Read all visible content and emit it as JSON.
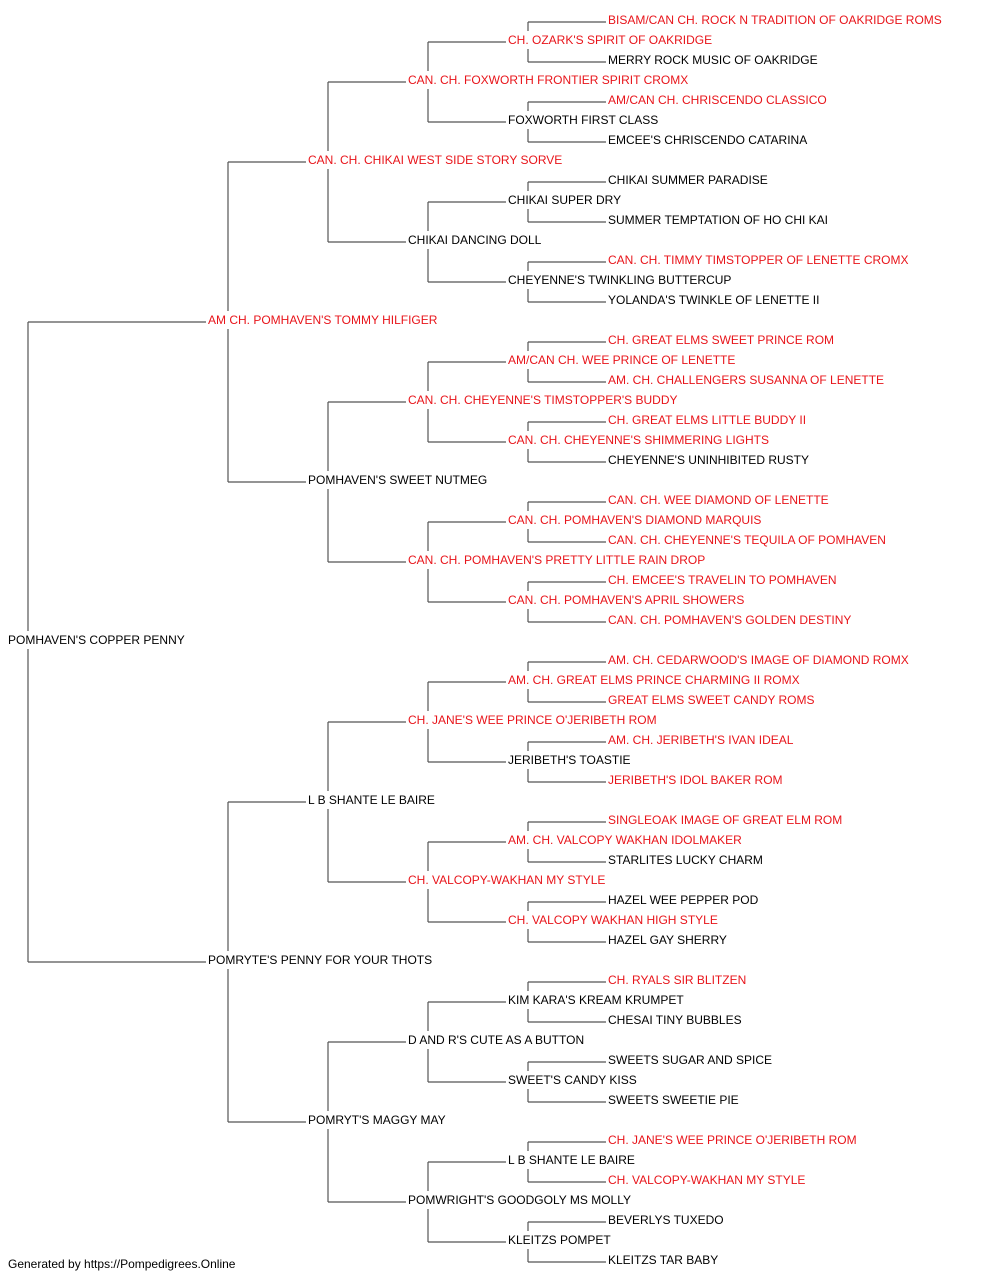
{
  "colors": {
    "champion": "#e8141a",
    "normal": "#000000",
    "connector": "#555555"
  },
  "pedigree": {
    "name": "POMHAVEN'S COPPER PENNY",
    "champion": false,
    "sire": {
      "name": "AM CH. POMHAVEN'S TOMMY HILFIGER",
      "champion": true,
      "sire": {
        "name": "CAN. CH. CHIKAI WEST SIDE STORY SORVE",
        "champion": true,
        "sire": {
          "name": "CAN. CH. FOXWORTH FRONTIER SPIRIT CROMX",
          "champion": true,
          "sire": {
            "name": "CH. OZARK'S SPIRIT OF OAKRIDGE",
            "champion": true,
            "sire": {
              "name": "BISAM/CAN CH. ROCK N TRADITION OF OAKRIDGE ROMS",
              "champion": true
            },
            "dam": {
              "name": "MERRY ROCK MUSIC OF OAKRIDGE",
              "champion": false
            }
          },
          "dam": {
            "name": "FOXWORTH FIRST CLASS",
            "champion": false,
            "sire": {
              "name": "AM/CAN CH. CHRISCENDO CLASSICO",
              "champion": true
            },
            "dam": {
              "name": "EMCEE'S CHRISCENDO CATARINA",
              "champion": false
            }
          }
        },
        "dam": {
          "name": "CHIKAI DANCING DOLL",
          "champion": false,
          "sire": {
            "name": "CHIKAI SUPER DRY",
            "champion": false,
            "sire": {
              "name": "CHIKAI SUMMER PARADISE",
              "champion": false
            },
            "dam": {
              "name": "SUMMER TEMPTATION OF HO CHI KAI",
              "champion": false
            }
          },
          "dam": {
            "name": "CHEYENNE'S TWINKLING BUTTERCUP",
            "champion": false,
            "sire": {
              "name": "CAN. CH. TIMMY TIMSTOPPER OF LENETTE CROMX",
              "champion": true
            },
            "dam": {
              "name": "YOLANDA'S TWINKLE OF LENETTE II",
              "champion": false
            }
          }
        }
      },
      "dam": {
        "name": "POMHAVEN'S SWEET NUTMEG",
        "champion": false,
        "sire": {
          "name": "CAN. CH. CHEYENNE'S TIMSTOPPER'S BUDDY",
          "champion": true,
          "sire": {
            "name": "AM/CAN CH. WEE PRINCE OF LENETTE",
            "champion": true,
            "sire": {
              "name": "CH. GREAT ELMS SWEET PRINCE ROM",
              "champion": true
            },
            "dam": {
              "name": "AM. CH. CHALLENGERS SUSANNA OF LENETTE",
              "champion": true
            }
          },
          "dam": {
            "name": "CAN. CH. CHEYENNE'S SHIMMERING LIGHTS",
            "champion": true,
            "sire": {
              "name": "CH. GREAT ELMS LITTLE BUDDY II",
              "champion": true
            },
            "dam": {
              "name": "CHEYENNE'S UNINHIBITED RUSTY",
              "champion": false
            }
          }
        },
        "dam": {
          "name": "CAN. CH. POMHAVEN'S PRETTY LITTLE RAIN DROP",
          "champion": true,
          "sire": {
            "name": "CAN. CH. POMHAVEN'S DIAMOND MARQUIS",
            "champion": true,
            "sire": {
              "name": "CAN. CH. WEE DIAMOND OF LENETTE",
              "champion": true
            },
            "dam": {
              "name": "CAN. CH. CHEYENNE'S TEQUILA OF POMHAVEN",
              "champion": true
            }
          },
          "dam": {
            "name": "CAN. CH. POMHAVEN'S APRIL SHOWERS",
            "champion": true,
            "sire": {
              "name": "CH. EMCEE'S TRAVELIN TO POMHAVEN",
              "champion": true
            },
            "dam": {
              "name": "CAN. CH. POMHAVEN'S GOLDEN DESTINY",
              "champion": true
            }
          }
        }
      }
    },
    "dam": {
      "name": "POMRYTE'S PENNY FOR YOUR THOTS",
      "champion": false,
      "sire": {
        "name": "L B SHANTE LE BAIRE",
        "champion": false,
        "sire": {
          "name": "CH. JANE'S WEE PRINCE O'JERIBETH ROM",
          "champion": true,
          "sire": {
            "name": "AM. CH. GREAT ELMS PRINCE CHARMING II ROMX",
            "champion": true,
            "sire": {
              "name": "AM. CH. CEDARWOOD'S IMAGE OF DIAMOND ROMX",
              "champion": true
            },
            "dam": {
              "name": "GREAT ELMS SWEET CANDY ROMS",
              "champion": true
            }
          },
          "dam": {
            "name": "JERIBETH'S TOASTIE",
            "champion": false,
            "sire": {
              "name": "AM. CH. JERIBETH'S IVAN IDEAL",
              "champion": true
            },
            "dam": {
              "name": "JERIBETH'S IDOL BAKER ROM",
              "champion": true
            }
          }
        },
        "dam": {
          "name": "CH. VALCOPY-WAKHAN MY STYLE",
          "champion": true,
          "sire": {
            "name": "AM. CH. VALCOPY WAKHAN IDOLMAKER",
            "champion": true,
            "sire": {
              "name": "SINGLEOAK IMAGE OF GREAT ELM ROM",
              "champion": true
            },
            "dam": {
              "name": "STARLITES LUCKY CHARM",
              "champion": false
            }
          },
          "dam": {
            "name": "CH. VALCOPY WAKHAN HIGH STYLE",
            "champion": true,
            "sire": {
              "name": "HAZEL WEE PEPPER POD",
              "champion": false
            },
            "dam": {
              "name": "HAZEL GAY SHERRY",
              "champion": false
            }
          }
        }
      },
      "dam": {
        "name": "POMRYT'S MAGGY MAY",
        "champion": false,
        "sire": {
          "name": "D AND R'S CUTE AS A BUTTON",
          "champion": false,
          "sire": {
            "name": "KIM KARA'S KREAM KRUMPET",
            "champion": false,
            "sire": {
              "name": "CH. RYALS SIR BLITZEN",
              "champion": true
            },
            "dam": {
              "name": "CHESAI TINY BUBBLES",
              "champion": false
            }
          },
          "dam": {
            "name": "SWEET'S CANDY KISS",
            "champion": false,
            "sire": {
              "name": "SWEETS SUGAR AND SPICE",
              "champion": false
            },
            "dam": {
              "name": "SWEETS SWEETIE PIE",
              "champion": false
            }
          }
        },
        "dam": {
          "name": "POMWRIGHT'S GOODGOLY MS MOLLY",
          "champion": false,
          "sire": {
            "name": "L B SHANTE LE BAIRE",
            "champion": false,
            "sire": {
              "name": "CH. JANE'S WEE PRINCE O'JERIBETH ROM",
              "champion": true
            },
            "dam": {
              "name": "CH. VALCOPY-WAKHAN MY STYLE",
              "champion": true
            }
          },
          "dam": {
            "name": "KLEITZS POMPET",
            "champion": false,
            "sire": {
              "name": "BEVERLYS TUXEDO",
              "champion": false
            },
            "dam": {
              "name": "KLEITZS TAR BABY",
              "champion": false
            }
          }
        }
      }
    }
  },
  "footer": {
    "text": "Generated by https://Pompedigrees.Online"
  }
}
